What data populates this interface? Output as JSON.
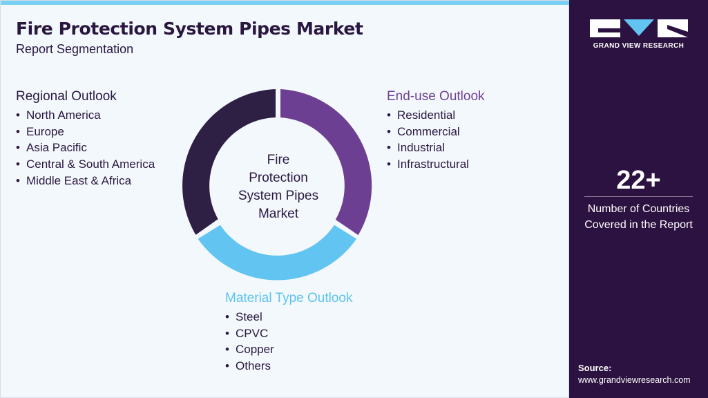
{
  "header": {
    "title": "Fire Protection System Pipes Market",
    "subtitle": "Report Segmentation"
  },
  "center_label": [
    "Fire",
    "Protection",
    "System Pipes",
    "Market"
  ],
  "segments": {
    "regional": {
      "heading": "Regional Outlook",
      "items": [
        "North America",
        "Europe",
        "Asia Pacific",
        "Central & South America",
        "Middle East & Africa"
      ]
    },
    "end_use": {
      "heading": "End-use Outlook",
      "items": [
        "Residential",
        "Commercial",
        "Industrial",
        "Infrastructural"
      ]
    },
    "material": {
      "heading": "Material Type Outlook",
      "items": [
        "Steel",
        "CPVC",
        "Copper",
        "Others"
      ]
    }
  },
  "sidebar": {
    "brand": "GRAND VIEW RESEARCH",
    "stat_value": "22+",
    "stat_label": [
      "Number of Countries",
      "Covered in the Report"
    ],
    "source_title": "Source:",
    "source_url": "www.grandviewresearch.com"
  },
  "colors": {
    "regional": "#2e1f45",
    "end_use": "#6d3f93",
    "material": "#62c4f1",
    "sidebar": "#2c1240",
    "accent": "#7ad0f2"
  }
}
